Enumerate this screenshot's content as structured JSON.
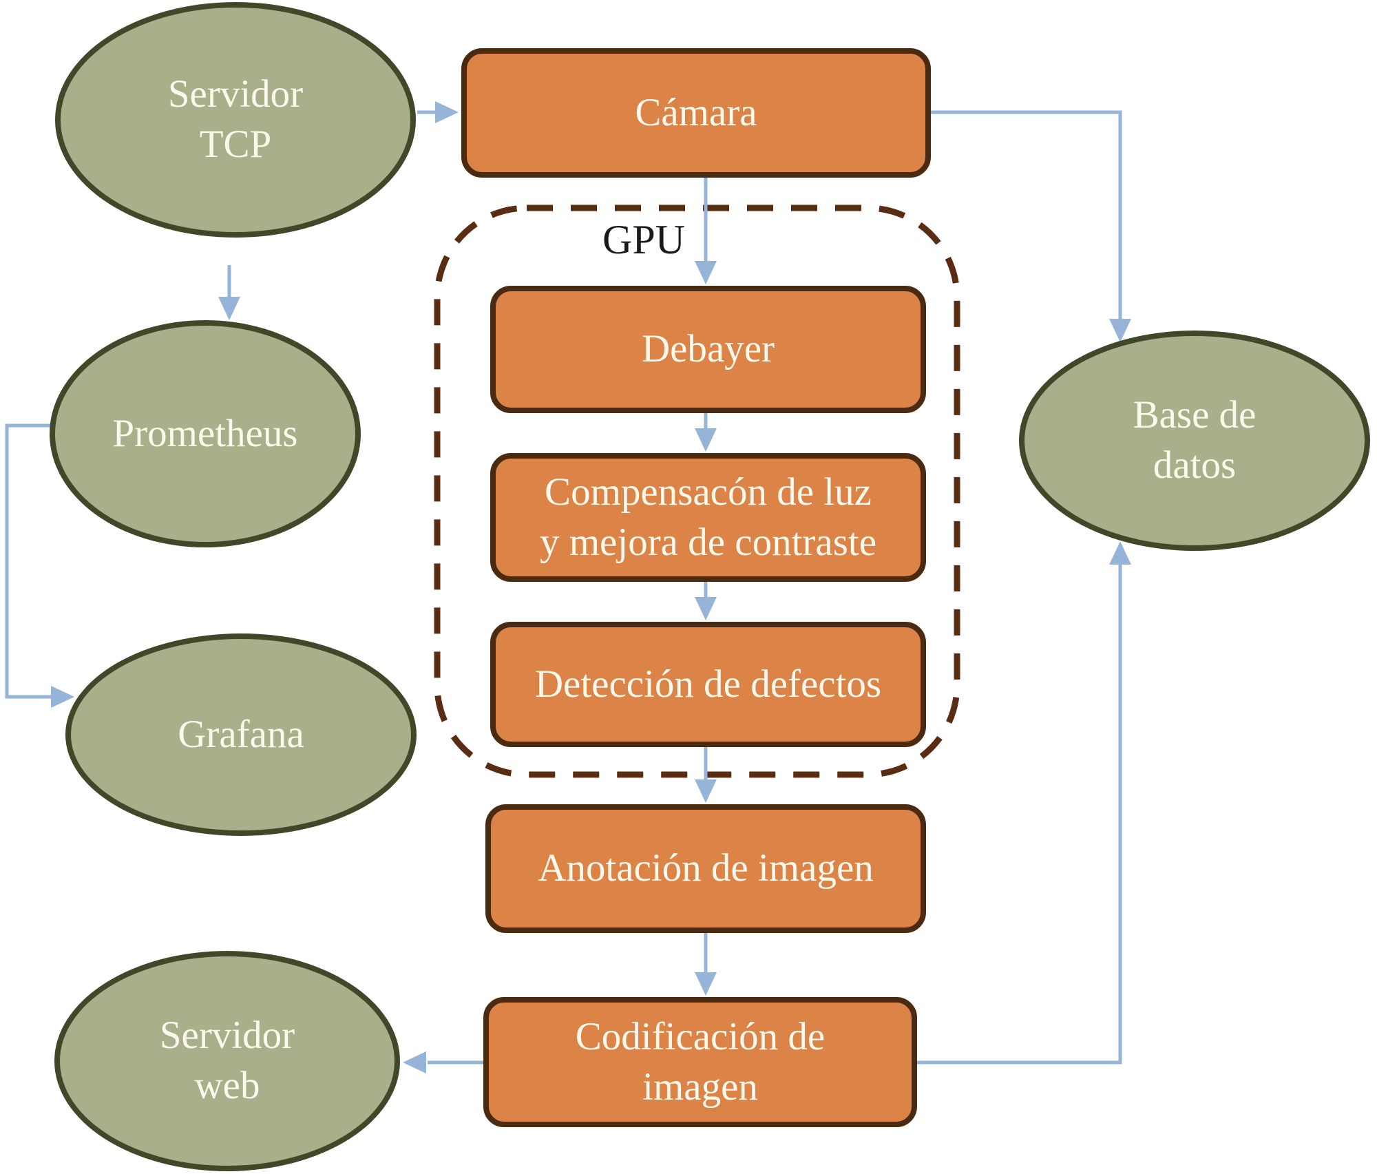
{
  "diagram": {
    "nodes": {
      "servidor_tcp": {
        "label": "Servidor\nTCP",
        "shape": "ellipse"
      },
      "prometheus": {
        "label": "Prometheus",
        "shape": "ellipse"
      },
      "grafana": {
        "label": "Grafana",
        "shape": "ellipse"
      },
      "servidor_web": {
        "label": "Servidor\nweb",
        "shape": "ellipse"
      },
      "base_datos": {
        "label": "Base de\ndatos",
        "shape": "ellipse"
      },
      "camara": {
        "label": "Cámara",
        "shape": "box"
      },
      "gpu": {
        "label": "GPU",
        "shape": "dashed-container"
      },
      "debayer": {
        "label": "Debayer",
        "shape": "box"
      },
      "compensacion": {
        "label": "Compensacón de luz\ny mejora de contraste",
        "shape": "box"
      },
      "deteccion": {
        "label": "Detección de defectos",
        "shape": "box"
      },
      "anotacion": {
        "label": "Anotación de imagen",
        "shape": "box"
      },
      "codificacion": {
        "label": "Codificación de\nimagen",
        "shape": "box"
      }
    },
    "edges": [
      {
        "from": "servidor_tcp",
        "to": "camara"
      },
      {
        "from": "servidor_tcp",
        "to": "prometheus"
      },
      {
        "from": "prometheus",
        "to": "grafana"
      },
      {
        "from": "camara",
        "to": "debayer"
      },
      {
        "from": "camara",
        "to": "base_datos"
      },
      {
        "from": "debayer",
        "to": "compensacion"
      },
      {
        "from": "compensacion",
        "to": "deteccion"
      },
      {
        "from": "deteccion",
        "to": "anotacion"
      },
      {
        "from": "anotacion",
        "to": "codificacion"
      },
      {
        "from": "codificacion",
        "to": "servidor_web"
      },
      {
        "from": "codificacion",
        "to": "base_datos"
      }
    ],
    "colors": {
      "ellipse_fill": "#A9AE8B",
      "ellipse_border": "#41482A",
      "box_fill": "#DC8347",
      "box_border": "#4A2B12",
      "gpu_dash": "#5A2D12",
      "arrow": "#96B3D8",
      "node_text": "#FBF8EC",
      "gpu_text": "#1A1A1A",
      "background": "#FFFFFF"
    }
  }
}
